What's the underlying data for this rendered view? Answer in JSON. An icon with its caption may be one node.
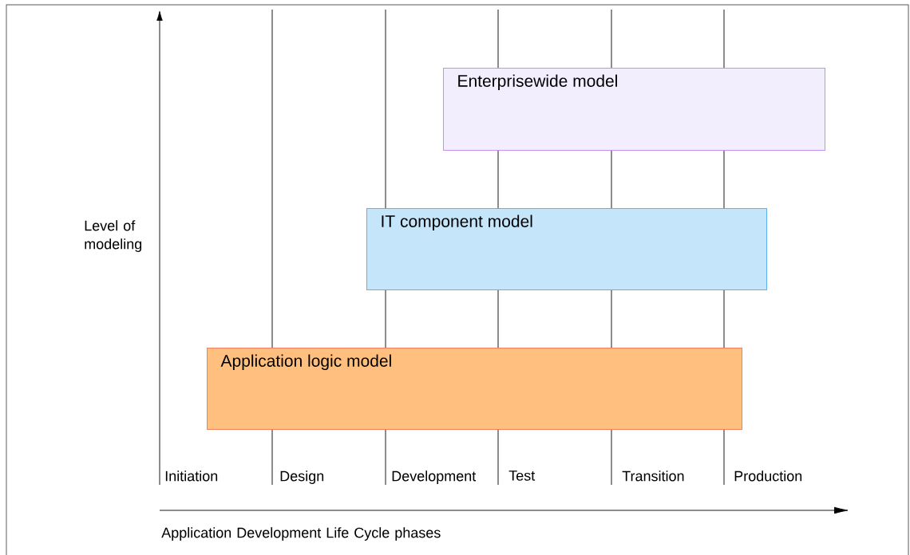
{
  "diagram": {
    "nodes": [
      {
        "text": [
          "Enterprisewide model"
        ]
      },
      {
        "text": [
          "IT component model"
        ]
      },
      {
        "text": [
          "Application logic model"
        ]
      }
    ],
    "labels": [
      "Level of modeling",
      "Initiation",
      "Design",
      "Development",
      "Test",
      "Transition",
      "Production",
      "Application Development Life Cycle phases"
    ]
  }
}
